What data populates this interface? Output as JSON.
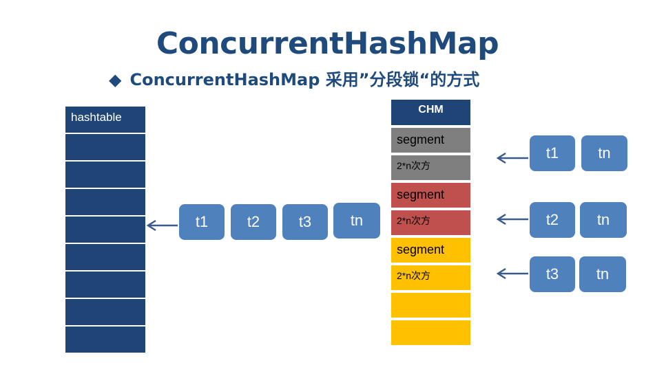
{
  "title": "ConcurrentHashMap",
  "subtitle": "ConcurrentHashMap 采用”分段锁“的方式",
  "bullet_icon": "diamond-bullet-icon",
  "hashtable": {
    "label": "hashtable",
    "threads": [
      "t1",
      "t2",
      "t3",
      "tn"
    ]
  },
  "chm": {
    "header": "CHM",
    "segments": [
      {
        "label": "segment",
        "note": "2*n次方",
        "color": "#7f7f7f",
        "threads": [
          "t1",
          "tn"
        ]
      },
      {
        "label": "segment",
        "note": "2*n次方",
        "color": "#c0504d",
        "threads": [
          "t2",
          "tn"
        ]
      },
      {
        "label": "segment",
        "note": "2*n次方",
        "color": "#ffc000",
        "threads": [
          "t3",
          "tn"
        ]
      }
    ]
  },
  "colors": {
    "title": "#1f4a7c",
    "table": "#1f4576",
    "thread_box": "#4f81bd",
    "arrow": "#3a5a8c"
  }
}
